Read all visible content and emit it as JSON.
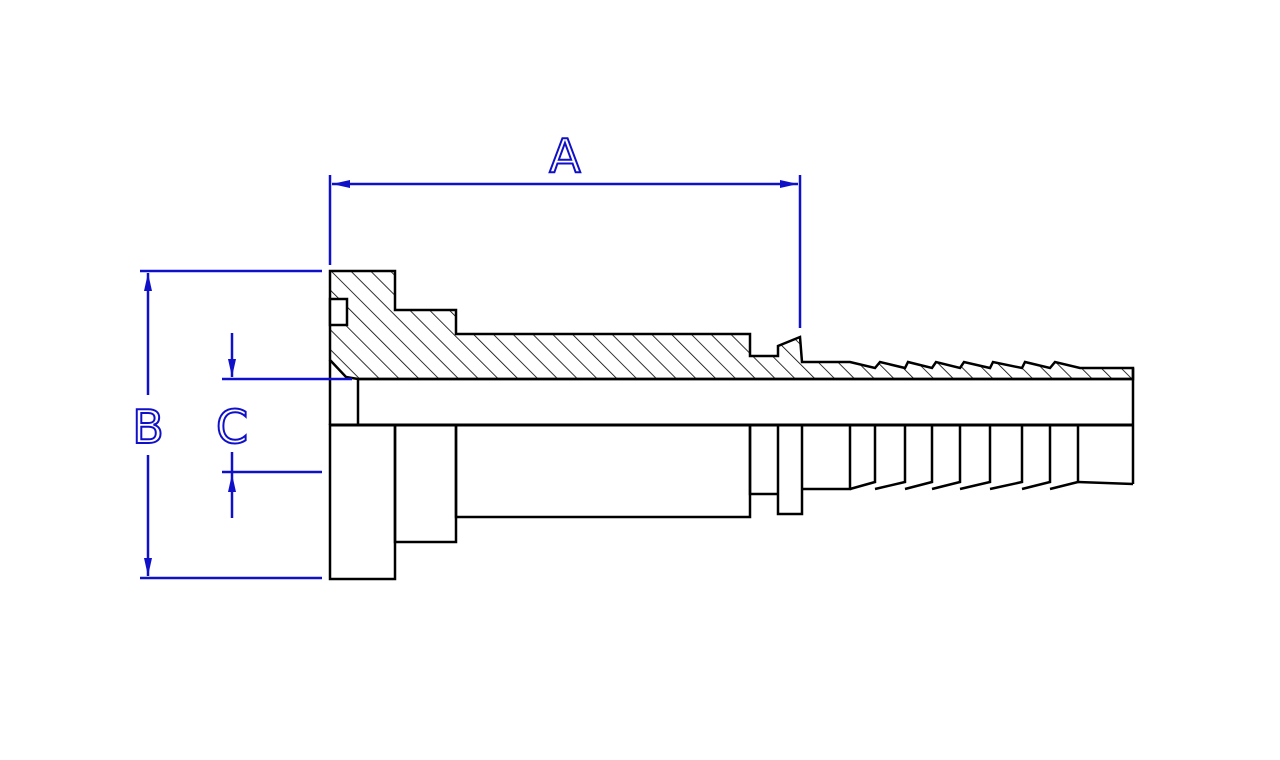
{
  "colors": {
    "outline": "#000000",
    "dimension": "#1010c8",
    "background": "#ffffff",
    "hatch": "#000000"
  },
  "dimensions": {
    "a_label": "A",
    "b_label": "B",
    "c_label": "C"
  }
}
